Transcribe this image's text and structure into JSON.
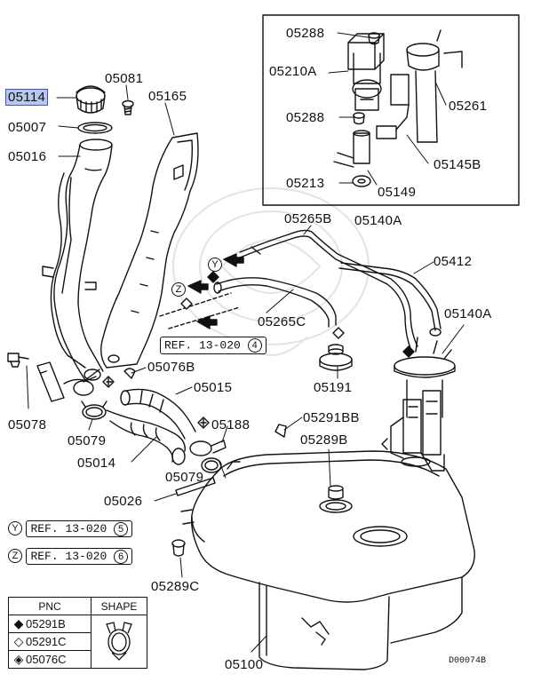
{
  "parts": {
    "p05114": "05114",
    "p05081": "05081",
    "p05165": "05165",
    "p05007": "05007",
    "p05016": "05016",
    "p05288a": "05288",
    "p05210A": "05210A",
    "p05261": "05261",
    "p05288b": "05288",
    "p05145B": "05145B",
    "p05213": "05213",
    "p05149": "05149",
    "p05140A_box": "05140A",
    "p05265B": "05265B",
    "p05412": "05412",
    "p05140A": "05140A",
    "p05265C": "05265C",
    "p05076B": "05076B",
    "p05015": "05015",
    "p05191": "05191",
    "p05078": "05078",
    "p05079a": "05079",
    "p05188": "05188",
    "p05291BB": "05291BB",
    "p05014": "05014",
    "p05289B": "05289B",
    "p05079b": "05079",
    "p05026": "05026",
    "p05289C": "05289C",
    "p05100": "05100"
  },
  "references": {
    "main": {
      "text": "REF. 13-020",
      "num": "4"
    },
    "y": {
      "marker": "Y",
      "text": "REF. 13-020",
      "num": "5"
    },
    "z": {
      "marker": "Z",
      "text": "REF. 13-020",
      "num": "6"
    }
  },
  "markers": {
    "y": "Y",
    "z": "Z"
  },
  "legend": {
    "col_pnc": "PNC",
    "col_shape": "SHAPE",
    "rows": [
      {
        "symbol": "◆",
        "pnc": "05291B"
      },
      {
        "symbol": "◇",
        "pnc": "05291C"
      },
      {
        "symbol": "◈",
        "pnc": "05076C"
      }
    ]
  },
  "diagram_code": "D00074B",
  "selected_part": "05114",
  "colors": {
    "line": "#111111",
    "highlight": "#b9c7ee",
    "watermark": "#e3e3e3"
  }
}
